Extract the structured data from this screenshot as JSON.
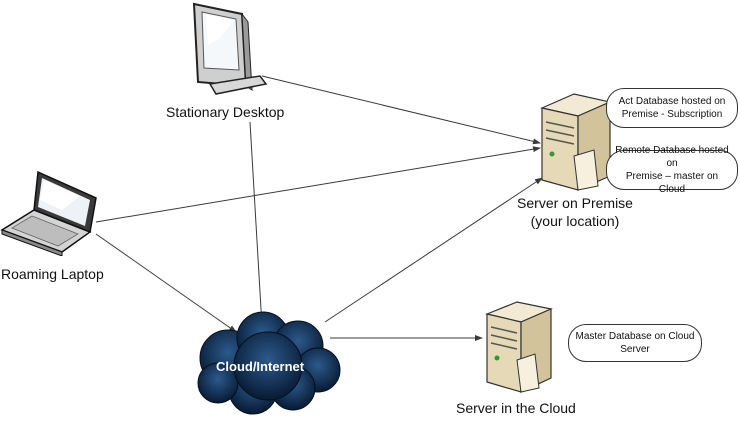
{
  "nodes": {
    "desktop": {
      "label": "Stationary Desktop"
    },
    "laptop": {
      "label": "Roaming Laptop"
    },
    "cloud": {
      "label": "Cloud/Internet"
    },
    "server_premise": {
      "label_line1": "Server on Premise",
      "label_line2": "(your location)"
    },
    "server_cloud": {
      "label": "Server in the Cloud"
    }
  },
  "callouts": {
    "act_db": {
      "line1": "Act Database hosted on",
      "line2": "Premise - Subscription"
    },
    "remote_db": {
      "line1": "Remote Database hosted on",
      "line2": "Premise – master on Cloud"
    },
    "master_db": {
      "line1": "Master Database on Cloud",
      "line2": "Server"
    }
  },
  "connections": [
    {
      "from": "desktop",
      "to": "server_premise"
    },
    {
      "from": "desktop",
      "to": "cloud"
    },
    {
      "from": "laptop",
      "to": "server_premise"
    },
    {
      "from": "laptop",
      "to": "cloud"
    },
    {
      "from": "cloud",
      "to": "server_premise"
    },
    {
      "from": "cloud",
      "to": "server_cloud"
    }
  ],
  "colors": {
    "line": "#3a3a3a",
    "cloud": "#0f2a4a",
    "server": "#e8dcc0"
  }
}
